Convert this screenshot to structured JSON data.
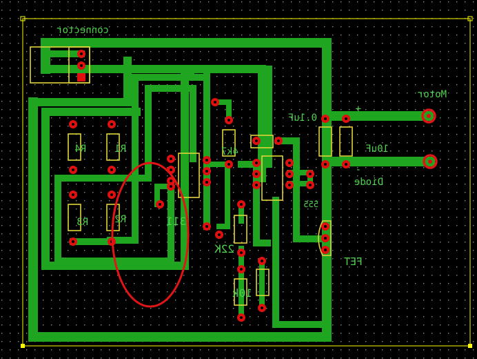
{
  "colors": {
    "background": "#000000",
    "grid_dot": "#8a8a8a",
    "board_outline": "#ffff00",
    "trace": "#1fa51f",
    "silkscreen": "#e0d43a",
    "label": "#4fd04f",
    "pad": "#e01010",
    "annotation": "#e01515"
  },
  "labels": {
    "connector": "connector",
    "motor": "Motor",
    "cap_01": "0.1uF",
    "cap_10": "10uF",
    "plus": "+",
    "minus": "-",
    "diode": "Diode",
    "r4": "R4",
    "r1": "R1",
    "r3": "R3",
    "r2": "R2",
    "ic_311": "311",
    "r_4k7": "4k7",
    "r_22k": "22K",
    "r_10k": "10k",
    "ic_555": "555",
    "fet": "FET"
  },
  "annotation": {
    "shape": "ellipse",
    "meaning": "highlighted region"
  }
}
